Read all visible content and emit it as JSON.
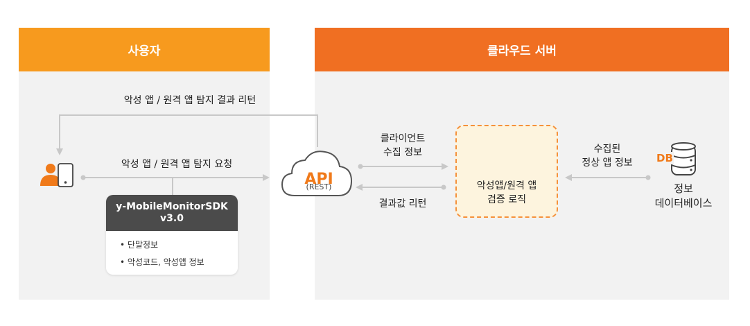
{
  "user_panel": {
    "title": "사용자"
  },
  "cloud_panel": {
    "title": "클라우드 서버"
  },
  "arrows": {
    "return_result": "악성 앱 / 원격 앱 탐지 결과 리턴",
    "detect_request": "악성 앱 / 원격 앱 탐지 요청",
    "client_collect_line1": "클라이언트",
    "client_collect_line2": "수집 정보",
    "result_return": "결과값 리턴",
    "collected_line1": "수집된",
    "collected_line2": "정상 앱 정보"
  },
  "sdk": {
    "title_line1": "y-MobileMonitorSDK",
    "title_line2": "v3.0",
    "items": [
      "단말정보",
      "악성코드, 악성앱 정보"
    ]
  },
  "cloud": {
    "api": "API",
    "rest": "(REST)"
  },
  "logic": {
    "line1": "악성앱/원격 앱",
    "line2": "검증 로직"
  },
  "db": {
    "badge": "DB",
    "label_line1": "정보",
    "label_line2": "데이터베이스"
  },
  "colors": {
    "user_header": "#f79a1e",
    "cloud_header": "#f06f22",
    "accent": "#f07a1a",
    "arrow": "#c8c8c8",
    "sdk_header": "#4b4b4b"
  }
}
